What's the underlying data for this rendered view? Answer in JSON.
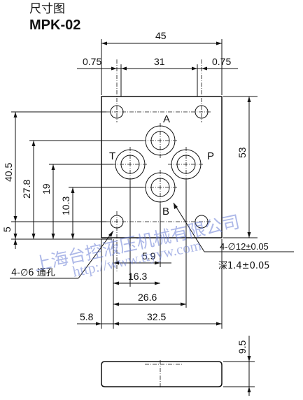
{
  "title": {
    "cn": "尺寸图",
    "model": "MPK-02"
  },
  "ports": [
    "A",
    "T",
    "P",
    "B"
  ],
  "dimensions": {
    "width_total": "45",
    "hole_span": "31",
    "offset_left": "0.75",
    "offset_right": "0.75",
    "height_total": "53",
    "v_40_5": "40.5",
    "v_27_8": "27.8",
    "v_19": "19",
    "v_10_3": "10.3",
    "v_5": "5",
    "h_5_9": "5.9",
    "h_16_3": "16.3",
    "h_26_6": "26.6",
    "h_5_8": "5.8",
    "h_32_5": "32.5",
    "thickness": "9.5"
  },
  "notes": {
    "port_holes": "4-∅12±0.05",
    "port_depth": "深1.4±0.05",
    "through_holes": "4-∅6 通孔"
  },
  "watermark": {
    "company": "上海台控液压机械有限公司",
    "url": "http://www.ttyyw.com"
  }
}
